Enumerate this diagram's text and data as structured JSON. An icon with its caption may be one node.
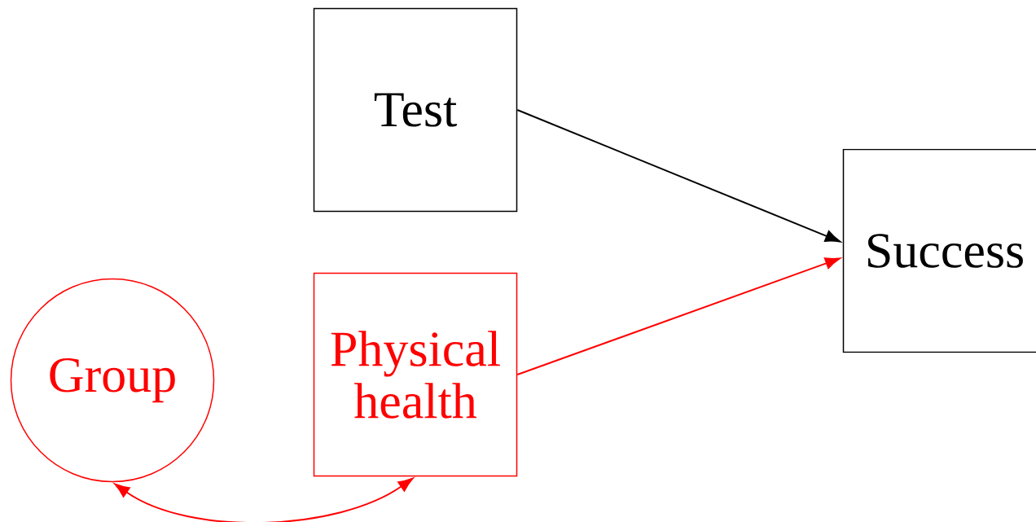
{
  "diagram": {
    "nodes": [
      {
        "text": [
          "Test"
        ]
      },
      {
        "text": [
          "Success"
        ]
      },
      {
        "text": [
          "Group"
        ]
      },
      {
        "text": [
          "Physical health"
        ]
      }
    ],
    "edges": [
      {
        "from": 0,
        "to": 1,
        "arrow": "to",
        "color": "#000000"
      },
      {
        "from": 3,
        "to": 1,
        "arrow": "to",
        "color": "#ff0000"
      },
      {
        "from": 2,
        "to": 3,
        "arrow": "both",
        "color": "#ff0000"
      }
    ]
  }
}
